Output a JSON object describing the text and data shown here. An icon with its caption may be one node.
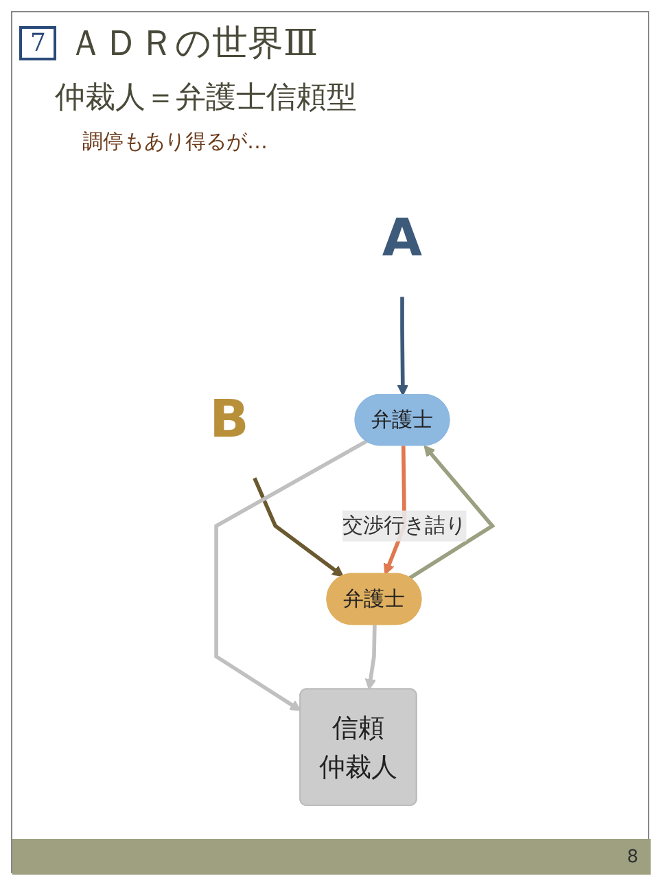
{
  "diagram": {
    "title": "ＡＤＲの世界Ⅲ",
    "nodes": [
      {
        "text": [
          "A"
        ]
      },
      {
        "text": [
          "弁護士"
        ]
      },
      {
        "text": [
          "B"
        ]
      },
      {
        "text": [
          "弁護士"
        ]
      },
      {
        "text": [
          "信頼",
          "仲裁人"
        ]
      }
    ],
    "edges": [
      {
        "from": 0,
        "to": 1,
        "arrow": "to",
        "color": "#3d5a7a"
      },
      {
        "from": 2,
        "to": 3,
        "arrow": "to",
        "color": "#6b5a30"
      },
      {
        "from": 1,
        "to": 3,
        "arrow": "to",
        "label": "交渉行き詰り",
        "color": "#e07850"
      },
      {
        "from": 3,
        "to": 1,
        "arrow": "to",
        "color": "#9aa080"
      },
      {
        "from": 1,
        "to": 4,
        "arrow": "to",
        "color": "#c0c0c0"
      },
      {
        "from": 3,
        "to": 4,
        "arrow": "to",
        "color": "#c0c0c0"
      }
    ],
    "labels": [
      "7",
      "仲裁人＝弁護士信頼型",
      "調停もあり得るが…",
      "8"
    ]
  }
}
